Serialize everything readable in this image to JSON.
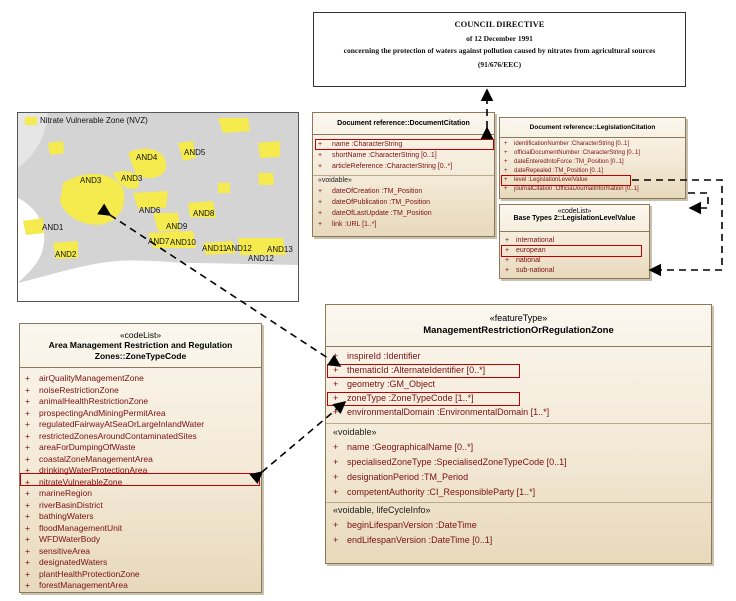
{
  "directive": {
    "title": "COUNCIL DIRECTIVE",
    "date": "of 12 December 1991",
    "concerning": "concerning the protection of waters against pollution caused by nitrates from agricultural sources",
    "reference": "(91/676/EEC)"
  },
  "map": {
    "legend": "Nitrate Vulnerable Zone (NVZ)",
    "labels": [
      "AND5",
      "AND4",
      "AND3",
      "AND3",
      "AND6",
      "AND8",
      "AND9",
      "AND1",
      "AND7",
      "AND10",
      "AND11",
      "AND12",
      "AND13",
      "AND12",
      "AND2"
    ]
  },
  "doc_citation": {
    "title": "Document reference::DocumentCitation",
    "attrs": [
      "name :CharacterString",
      "shortName :CharacterString [0..1]",
      "articleReference :CharacterString [0..*]"
    ],
    "voidable_label": "«voidable»",
    "voidable": [
      "dateOfCreation :TM_Position",
      "dateOfPublication :TM_Position",
      "dateOfLastUpdate :TM_Position",
      "link :URL [1..*]"
    ]
  },
  "leg_citation": {
    "title": "Document reference::LegislationCitation",
    "attrs": [
      "identificationNumber :CharacterString [0..1]",
      "officialDocumentNumber :CharacterString [0..1]",
      "dateEnteredIntoForce :TM_Position [0..1]",
      "dateRepealed :TM_Position [0..1]",
      "level :LegislationLevelValue",
      "journalCitation :OfficialJournalInformation [0..1]"
    ]
  },
  "level_value": {
    "stereotype": "«codeList»",
    "title": "Base Types 2::LegislationLevelValue",
    "values": [
      "international",
      "european",
      "national",
      "sub-national"
    ]
  },
  "zone_type": {
    "stereotype": "«codeList»",
    "title": "Area Management Restriction and Regulation Zones::ZoneTypeCode",
    "values": [
      "airQualityManagementZone",
      "noiseRestrictionZone",
      "animalHealthRestrictionZone",
      "prospectingAndMiningPermitArea",
      "regulatedFairwayAtSeaOrLargeInlandWater",
      "restrictedZonesAroundContaminatedSites",
      "areaForDumpingOfWaste",
      "coastalZoneManagementArea",
      "drinkingWaterProtectionArea",
      "nitrateVulnerableZone",
      "marineRegion",
      "riverBasinDistrict",
      "bathingWaters",
      "floodManagementUnit",
      "WFDWaterBody",
      "sensitiveArea",
      "designatedWaters",
      "plantHealthProtectionZone",
      "forestManagementArea"
    ]
  },
  "mgmt_zone": {
    "stereotype": "«featureType»",
    "title": "ManagementRestrictionOrRegulationZone",
    "attrs": [
      "inspireId :Identifier",
      "thematicId :AlternateIdentifier [0..*]",
      "geometry :GM_Object",
      "zoneType :ZoneTypeCode [1..*]",
      "environmentalDomain :EnvironmentalDomain [1..*]"
    ],
    "voidable_label": "«voidable»",
    "voidable": [
      "name :GeographicalName [0..*]",
      "specialisedZoneType :SpecialisedZoneTypeCode [0..1]",
      "designationPeriod :TM_Period",
      "competentAuthority :CI_ResponsibleParty [1..*]"
    ],
    "lifecycle_label": "«voidable, lifeCycleInfo»",
    "lifecycle": [
      "beginLifespanVersion :DateTime",
      "endLifespanVersion :DateTime [0..1]"
    ]
  },
  "plus": "+"
}
